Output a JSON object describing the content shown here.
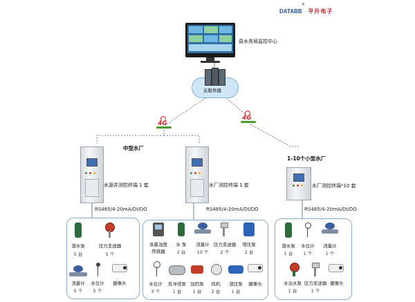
{
  "brand": {
    "latin": "DATABB",
    "reg": "®",
    "cn": "平升电子"
  },
  "center": {
    "label": "县水务局监控中心"
  },
  "cloud": {
    "label": "云服务器"
  },
  "network": {
    "badge": "4G"
  },
  "sites": {
    "mid": {
      "title": "中型水厂"
    },
    "small": {
      "title": "1-10个小型水厂"
    }
  },
  "cabinets": [
    {
      "label": "水源井测控终端 1 套",
      "bus": "RS485/4-20mA/DI/DO"
    },
    {
      "label": "水厂测控终端 1 套",
      "bus": "RS485/4-20mA/DI/DO"
    },
    {
      "label": "水厂测控终端*10 套",
      "bus": "RS485/4-20mA/DI/DO"
    }
  ],
  "groups": [
    {
      "devices": [
        {
          "name": "潜水泵",
          "count": "5 台"
        },
        {
          "name": "压力变送器",
          "count": "5 个"
        },
        {
          "name": "流量计",
          "count": "5 个"
        },
        {
          "name": "水位计",
          "count": "5 个"
        },
        {
          "name": "摄像头",
          "count": ""
        }
      ]
    },
    {
      "devices": [
        {
          "name": "余氯浊度",
          "name2": "传感器",
          "count": ""
        },
        {
          "name": "水 泵",
          "count": "2 台"
        },
        {
          "name": "流量计",
          "count": "10 个"
        },
        {
          "name": "压力变送器",
          "count": "2 个"
        },
        {
          "name": "增压泵",
          "count": "2 台"
        },
        {
          "name": "水位计",
          "count": "3 个"
        },
        {
          "name": "反冲洗泵",
          "count": "1 台"
        },
        {
          "name": "加药泵",
          "count": "1 台"
        },
        {
          "name": "风机",
          "count": "2 台"
        },
        {
          "name": "液压泵",
          "count": "1 台"
        },
        {
          "name": "摄像头",
          "count": ""
        }
      ]
    },
    {
      "devices": [
        {
          "name": "潜水泵",
          "count": "1 台"
        },
        {
          "name": "水位计",
          "count": "1 个"
        },
        {
          "name": "流量计",
          "count": "1 个"
        },
        {
          "name": "水泊水泵",
          "count": "1 台"
        },
        {
          "name": "压力变送器",
          "count": "1 个"
        },
        {
          "name": "摄像头",
          "count": ""
        }
      ]
    }
  ],
  "colors": {
    "line": "#6b7f96",
    "group_border": "#8fa9c9",
    "badge_red": "#d4262b",
    "badge_green": "#4a9a2c",
    "screen_blue": "#3f6fb1"
  }
}
